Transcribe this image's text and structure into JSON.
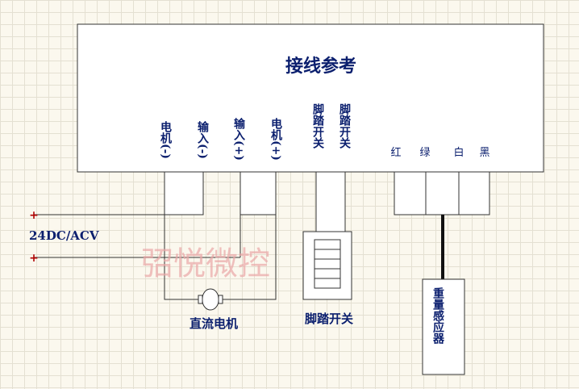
{
  "diagram": {
    "title": "接线参考",
    "terminals": [
      {
        "id": "motor-neg",
        "label": "电机(-)"
      },
      {
        "id": "input-neg",
        "label": "输入(-)"
      },
      {
        "id": "input-pos",
        "label": "输入(+)"
      },
      {
        "id": "motor-pos",
        "label": "电机(+)"
      },
      {
        "id": "foot-1",
        "label": "脚踏开关"
      },
      {
        "id": "foot-2",
        "label": "脚踏开关"
      }
    ],
    "colors": [
      {
        "id": "red",
        "label": "红"
      },
      {
        "id": "green",
        "label": "绿"
      },
      {
        "id": "white",
        "label": "白"
      },
      {
        "id": "black",
        "label": "黑"
      }
    ],
    "power_label": "24DC/ACV",
    "power_plus_top": "+",
    "power_plus_bottom": "+",
    "motor_label": "直流电机",
    "foot_switch_label": "脚踏开关",
    "sensor_label": "重量感应器",
    "watermark": "弨悦微控",
    "line_color": "#333333",
    "accent_color": "#0b1f6e",
    "plus_color": "#b00000",
    "watermark_color": "#eaa8a8"
  }
}
